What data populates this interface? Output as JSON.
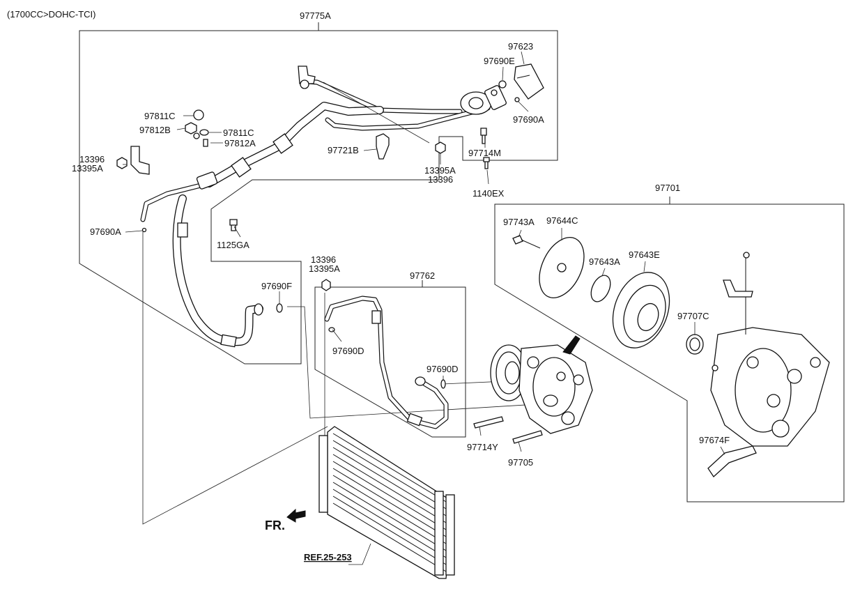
{
  "header": {
    "engine_spec": "(1700CC>DOHC-TCI)"
  },
  "labels": {
    "assy_97775A": "97775A",
    "assy_97701": "97701",
    "assy_97762": "97762",
    "p_97623": "97623",
    "p_97690E": "97690E",
    "p_97690A_top": "97690A",
    "p_97811C_a": "97811C",
    "p_97812B": "97812B",
    "p_97811C_b": "97811C",
    "p_97812A": "97812A",
    "p_97721B": "97721B",
    "p_97714M": "97714M",
    "p_13395A_mid": "13395A",
    "p_13396_mid": "13396",
    "p_1140EX": "1140EX",
    "p_13396_left": "13396",
    "p_13395A_left": "13395A",
    "p_97690A_left": "97690A",
    "p_1125GA": "1125GA",
    "p_13396_low": "13396",
    "p_13395A_low": "13395A",
    "p_97690F": "97690F",
    "p_97690D_a": "97690D",
    "p_97690D_b": "97690D",
    "p_97714Y": "97714Y",
    "p_97705": "97705",
    "p_97743A": "97743A",
    "p_97644C": "97644C",
    "p_97643A": "97643A",
    "p_97643E": "97643E",
    "p_97707C": "97707C",
    "p_97674F": "97674F",
    "front_marker": "FR.",
    "reference": "REF.25-253"
  }
}
